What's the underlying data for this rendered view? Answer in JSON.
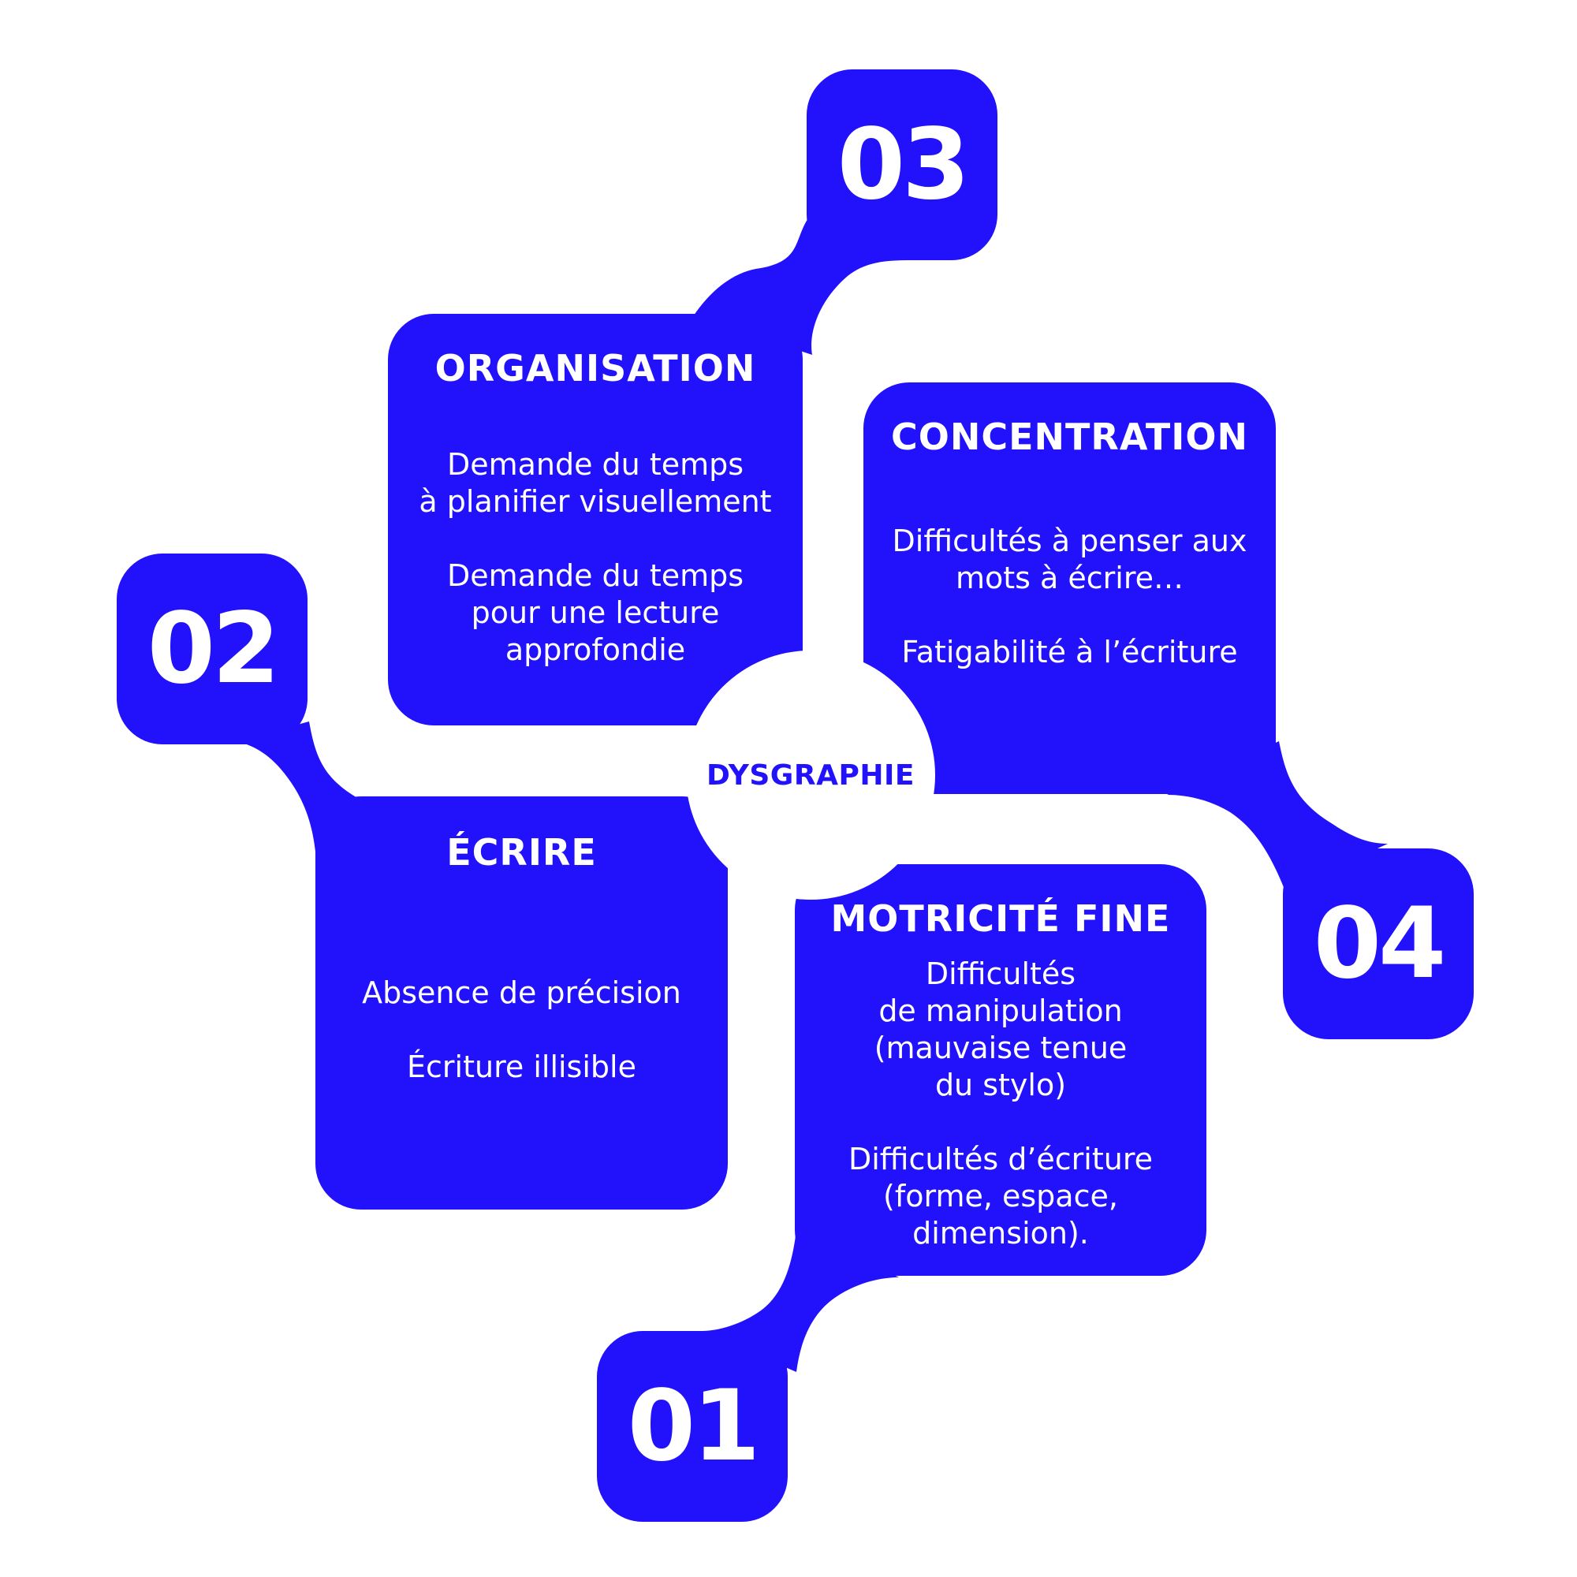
{
  "colors": {
    "accent": "#2211fb",
    "background": "#ffffff",
    "text": "#ffffff"
  },
  "center": {
    "label": "DYSGRAPHIE"
  },
  "sections": [
    {
      "id": "organisation",
      "number": "03",
      "title": "ORGANISATION",
      "lines": [
        "Demande du temps",
        "à planifier visuellement",
        "",
        "Demande du temps",
        "pour une lecture",
        "approfondie"
      ]
    },
    {
      "id": "concentration",
      "number": "04",
      "title": "CONCENTRATION",
      "lines": [
        "Difficultés à penser aux",
        "mots à écrire…",
        "",
        "Fatigabilité à l’écriture"
      ]
    },
    {
      "id": "ecrire",
      "number": "02",
      "title": "ÉCRIRE",
      "lines": [
        "Absence de précision",
        "",
        "Écriture illisible"
      ]
    },
    {
      "id": "motricite",
      "number": "01",
      "title": "MOTRICITÉ FINE",
      "lines": [
        "Difficultés",
        "de manipulation",
        "(mauvaise tenue",
        "du stylo)",
        "",
        "Difficultés d’écriture",
        "(forme, espace,",
        "dimension)."
      ]
    }
  ]
}
